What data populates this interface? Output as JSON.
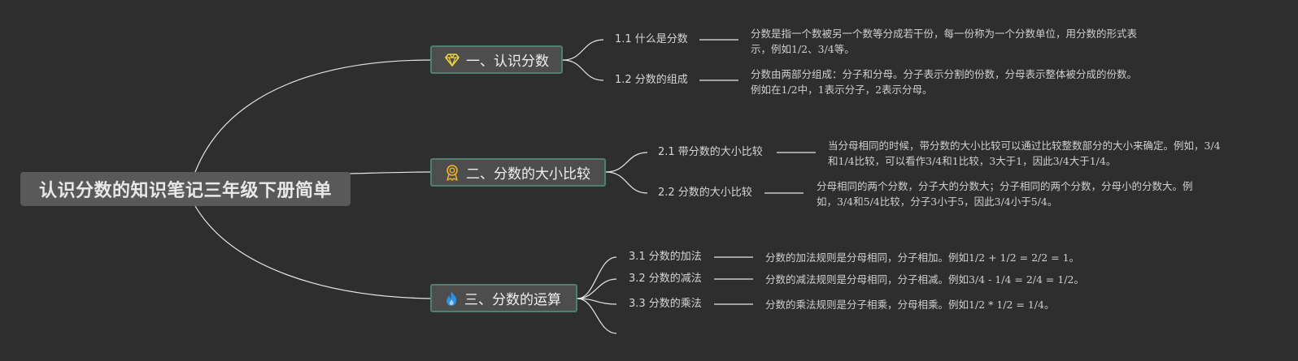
{
  "title": "认识分数的知识笔记三年级下册简单",
  "topics": [
    {
      "icon": "gem-icon",
      "icon_color": "#f2d33a",
      "label": "一、认识分数",
      "items": [
        {
          "label": "1.1 什么是分数",
          "desc": "分数是指一个数被另一个数等分成若干份，每一份称为一个分数单位，用分数的形式表示，例如1/2、3/4等。"
        },
        {
          "label": "1.2 分数的组成",
          "desc": "分数由两部分组成：分子和分母。分子表示分割的份数，分母表示整体被分成的份数。例如在1/2中，1表示分子，2表示分母。"
        }
      ]
    },
    {
      "icon": "medal-icon",
      "icon_color": "#f0b429",
      "label": "二、分数的大小比较",
      "items": [
        {
          "label": "2.1 带分数的大小比较",
          "desc": "当分母相同的时候，带分数的大小比较可以通过比较整数部分的大小来确定。例如，3/4和1/4比较，可以看作3/4和1比较，3大于1，因此3/4大于1/4。"
        },
        {
          "label": "2.2 分数的大小比较",
          "desc": "分母相同的两个分数，分子大的分数大；分子相同的两个分数，分母小的分数大。例如，3/4和5/4比较，分子3小于5，因此3/4小于5/4。"
        }
      ]
    },
    {
      "icon": "flame-icon",
      "icon_color": "#2f8fe0",
      "label": "三、分数的运算",
      "items": [
        {
          "label": "3.1 分数的加法",
          "desc": "分数的加法规则是分母相同，分子相加。例如1/2 + 1/2 = 2/2 = 1。"
        },
        {
          "label": "3.2 分数的减法",
          "desc": "分数的减法规则是分母相同，分子相减。例如3/4 - 1/4 = 2/4 = 1/2。"
        },
        {
          "label": "3.3 分数的乘法",
          "desc": "分数的乘法规则是分子相乘，分母相乘。例如1/2 * 1/2 = 1/4。"
        }
      ]
    }
  ]
}
